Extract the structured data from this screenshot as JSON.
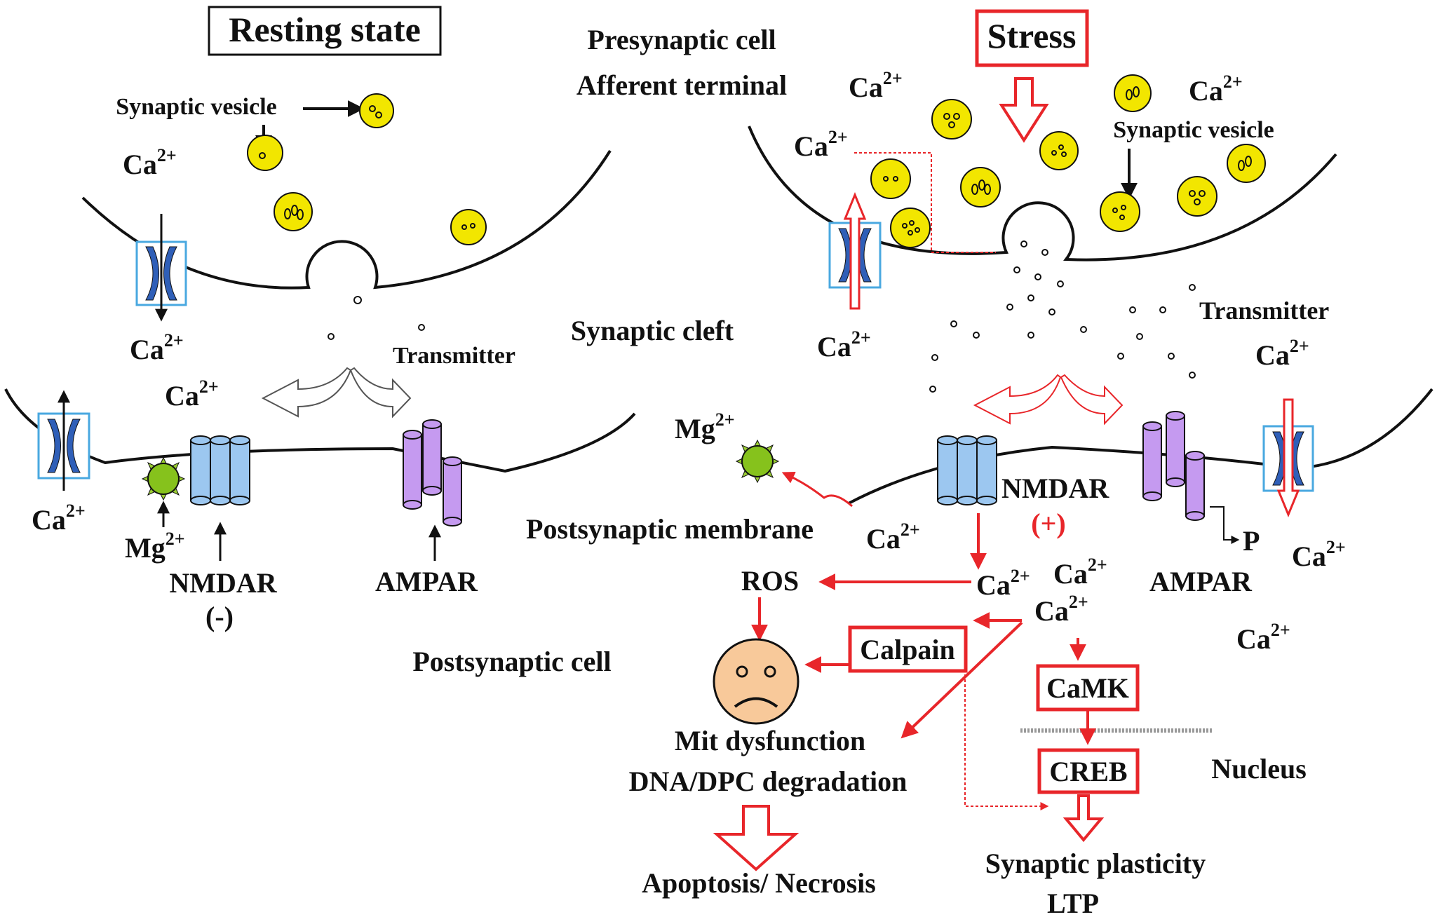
{
  "left": {
    "title": "Resting state",
    "synaptic_vesicle": "Synaptic vesicle",
    "ca": "Ca",
    "ca_charge": "2+",
    "transmitter": "Transmitter",
    "mg": "Mg",
    "mg_charge": "2+",
    "nmdar": "NMDAR",
    "nmdar_state": "(-)",
    "ampar": "AMPAR",
    "postsynaptic_cell": "Postsynaptic cell"
  },
  "center": {
    "presynaptic_cell": "Presynaptic cell",
    "afferent_terminal": "Afferent terminal",
    "synaptic_cleft": "Synaptic cleft",
    "postsynaptic_membrane": "Postsynaptic membrane"
  },
  "right": {
    "title": "Stress",
    "synaptic_vesicle": "Synaptic vesicle",
    "transmitter": "Transmitter",
    "ca": "Ca",
    "ca_charge": "2+",
    "mg": "Mg",
    "mg_charge": "2+",
    "nmdar": "NMDAR",
    "nmdar_state": "(+)",
    "ampar": "AMPAR",
    "phospho": "P",
    "ros": "ROS",
    "calpain": "Calpain",
    "camk": "CaMK",
    "creb": "CREB",
    "nucleus": "Nucleus",
    "mit_dysfunction": "Mit dysfunction",
    "dna_degradation": "DNA/DPC degradation",
    "apoptosis": "Apoptosis/ Necrosis",
    "synaptic_plasticity": "Synaptic plasticity",
    "ltp": "LTP"
  },
  "colors": {
    "red": "#e8262a",
    "vesicle": "#f2e600",
    "nmdar": "#9cc7f0",
    "ampar": "#c59af0",
    "mg": "#86c21c",
    "channel": "#2f5fb8",
    "face": "#f8c99a"
  }
}
